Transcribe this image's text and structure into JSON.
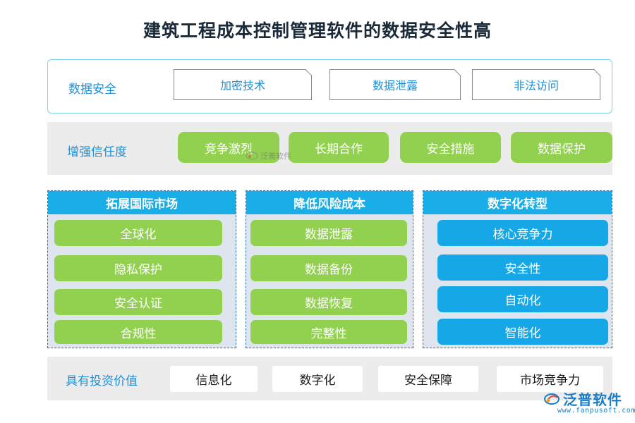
{
  "title": "建筑工程成本控制管理软件的数据安全性高",
  "data_security": {
    "label": "数据安全",
    "items": [
      "加密技术",
      "数据泄露",
      "非法访问"
    ]
  },
  "trust": {
    "label": "增强信任度",
    "items": [
      "竞争激烈",
      "长期合作",
      "安全措施",
      "数据保护"
    ]
  },
  "columns": [
    {
      "title": "拓展国际市场",
      "items": [
        "全球化",
        "隐私保护",
        "安全认证",
        "合规性"
      ]
    },
    {
      "title": "降低风险成本",
      "items": [
        "数据泄露",
        "数据备份",
        "数据恢复",
        "完整性"
      ]
    },
    {
      "title": "数字化转型",
      "items": [
        "核心竞争力",
        "安全性",
        "自动化",
        "智能化"
      ]
    }
  ],
  "investment": {
    "label": "具有投资价值",
    "items": [
      "信息化",
      "数字化",
      "安全保障",
      "市场竞争力"
    ]
  },
  "watermark": {
    "mid_text": "泛普软件",
    "logo_text": "泛普软件",
    "logo_url": "www.fanpusoft.com"
  },
  "colors": {
    "accent_blue": "#16a8e6",
    "green": "#92d050",
    "band_gray": "#ececec",
    "column_bg": "#dfe5ef"
  }
}
